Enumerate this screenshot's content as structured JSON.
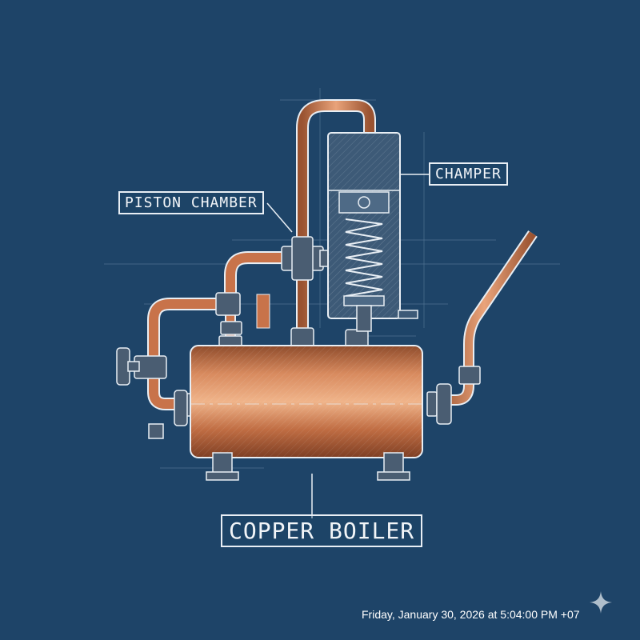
{
  "labels": {
    "piston_chamber": "PISTON CHAMBER",
    "champer": "CHAMPER",
    "copper_boiler": "COPPER BOILER"
  },
  "timestamp": "Friday, January 30, 2026 at 5:04:00 PM +07",
  "icons": {
    "watermark": "sparkle-icon"
  },
  "colors": {
    "background": "#1e4468",
    "copper": "#c8734a",
    "line": "#e8eef4"
  }
}
